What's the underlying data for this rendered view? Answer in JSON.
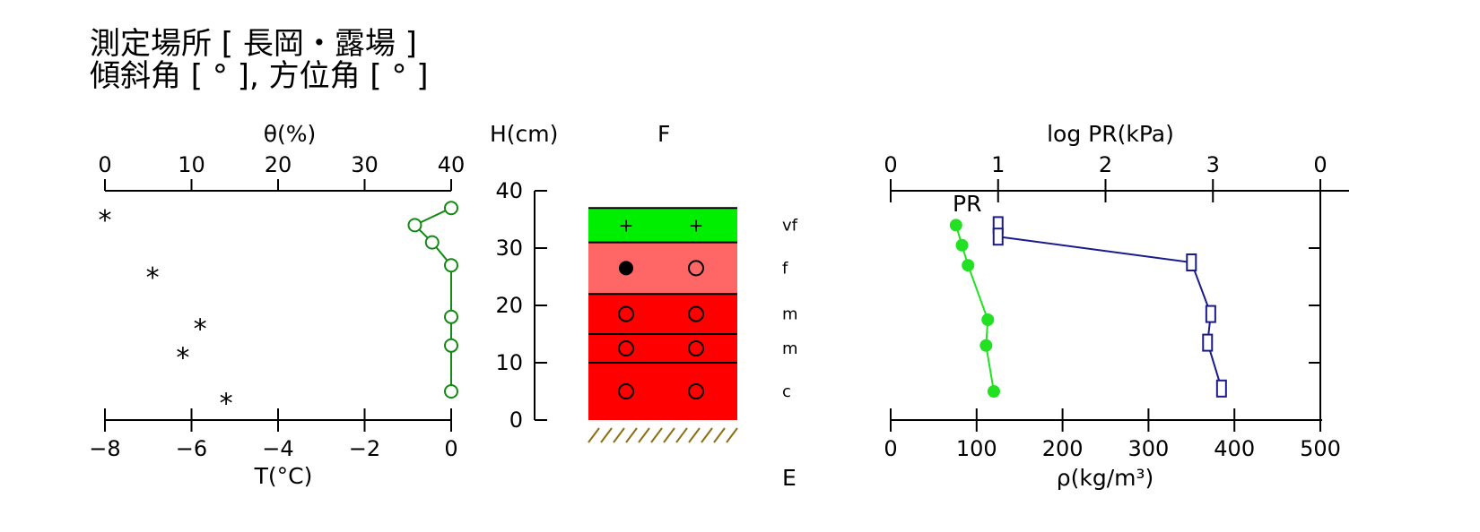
{
  "header": {
    "line1": "測定場所 [ 長岡・露場 ]",
    "line2": "傾斜角 [ ° ], 方位角 [ ° ]"
  },
  "colors": {
    "theta_line": "#138a13",
    "pr_line": "#1a1a8c",
    "density_line": "#22e022",
    "layer_vf": "#00ee00",
    "layer_f": "#ff6666",
    "layer_m": "#ff0000",
    "layer_c": "#ff0000",
    "ground_hatch": "#8b6f12"
  },
  "chart_data": [
    {
      "type": "scatter",
      "name": "temperature-moisture-profile",
      "y_axis": {
        "label": "H(cm)",
        "range": [
          0,
          40
        ],
        "ticks": [
          "0",
          "10",
          "20",
          "30",
          "40"
        ]
      },
      "top_axis": {
        "label": "θ(%)",
        "range": [
          0,
          40
        ],
        "ticks": [
          "0",
          "10",
          "20",
          "30",
          "40"
        ]
      },
      "bottom_axis": {
        "label": "T(°C)",
        "range": [
          -8,
          0
        ],
        "ticks": [
          "−8",
          "−6",
          "−4",
          "−2",
          "0"
        ]
      },
      "series": [
        {
          "marker": "asterisk",
          "points": [
            {
              "T": -8.0,
              "H": 35.5
            },
            {
              "T": -6.9,
              "H": 25.5
            },
            {
              "T": -5.8,
              "H": 16.5
            },
            {
              "T": -6.2,
              "H": 11.5
            },
            {
              "T": -5.2,
              "H": 3.5
            }
          ]
        },
        {
          "marker": "open-circle",
          "points": [
            {
              "theta": 40.0,
              "H": 37.0
            },
            {
              "theta": 35.8,
              "H": 34.0
            },
            {
              "theta": 37.8,
              "H": 31.0
            },
            {
              "theta": 40.0,
              "H": 27.0
            },
            {
              "theta": 40.0,
              "H": 18.0
            },
            {
              "theta": 40.0,
              "H": 13.0
            },
            {
              "theta": 40.0,
              "H": 5.0
            }
          ]
        }
      ]
    },
    {
      "type": "table",
      "name": "snow-layer-column",
      "header_left": "F",
      "footer_right": "E",
      "layers": [
        {
          "top": 37,
          "bottom": 31,
          "code": "vf",
          "fill": "#00ee00",
          "symbols": [
            "+",
            "+"
          ]
        },
        {
          "top": 31,
          "bottom": 22,
          "code": "f",
          "fill": "#ff6666",
          "symbols": [
            "●",
            "○"
          ]
        },
        {
          "top": 22,
          "bottom": 15,
          "code": "m",
          "fill": "#ff0000",
          "symbols": [
            "○",
            "○"
          ]
        },
        {
          "top": 15,
          "bottom": 10,
          "code": "m",
          "fill": "#ff0000",
          "symbols": [
            "○",
            "○"
          ]
        },
        {
          "top": 10,
          "bottom": 0,
          "code": "c",
          "fill": "#ff0000",
          "symbols": [
            "○",
            "○"
          ]
        }
      ]
    },
    {
      "type": "line",
      "name": "pr-density-profile",
      "top_axis": {
        "label": "log PR(kPa)",
        "range": [
          0,
          4
        ],
        "ticks": [
          "0",
          "1",
          "2",
          "3",
          "0"
        ]
      },
      "bottom_axis": {
        "label": "ρ(kg/m³)",
        "range": [
          0,
          500
        ],
        "ticks": [
          "0",
          "100",
          "200",
          "300",
          "400",
          "500"
        ]
      },
      "annotation": "PR",
      "series": [
        {
          "quantity": "log PR",
          "marker": "open-square",
          "points": [
            {
              "x": 1.0,
              "H": 34.0
            },
            {
              "x": 1.0,
              "H": 32.0
            },
            {
              "x": 2.8,
              "H": 27.5
            },
            {
              "x": 2.98,
              "H": 18.5
            },
            {
              "x": 2.95,
              "H": 13.5
            },
            {
              "x": 3.08,
              "H": 5.5
            }
          ]
        },
        {
          "quantity": "ρ",
          "marker": "filled-circle",
          "points": [
            {
              "x": 76,
              "H": 34.0
            },
            {
              "x": 83,
              "H": 30.5
            },
            {
              "x": 90,
              "H": 27.0
            },
            {
              "x": 113,
              "H": 17.5
            },
            {
              "x": 111,
              "H": 13.0
            },
            {
              "x": 120,
              "H": 5.0
            }
          ]
        }
      ]
    }
  ]
}
